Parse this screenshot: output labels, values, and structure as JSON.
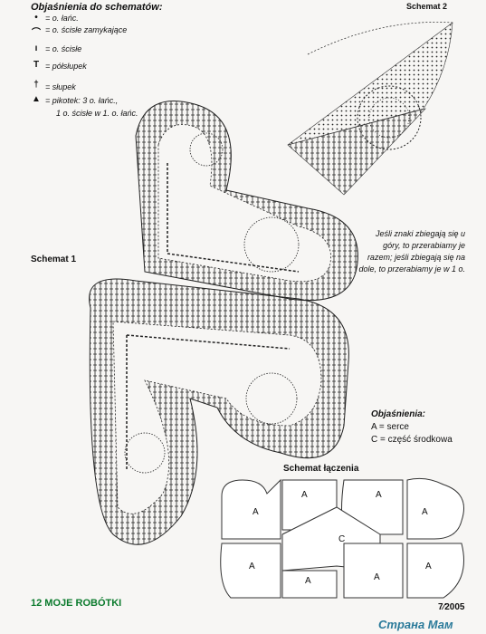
{
  "legend": {
    "title": "Objaśnienia do schematów:",
    "items": [
      {
        "symbol": "dot",
        "text": "= o. łańc."
      },
      {
        "symbol": "arc",
        "text": "= o. ścisłe zamykające"
      },
      {
        "symbol": "bar",
        "text": "= o. ścisłe"
      },
      {
        "symbol": "half-treble",
        "text": "półsłupek"
      },
      {
        "symbol": "treble",
        "text": "słupek"
      },
      {
        "symbol": "picot",
        "text": "= pikotek: 3 o. łańc.,"
      },
      {
        "symbol": "",
        "text": "1 o. ścisłe w 1. o. łańc."
      }
    ],
    "half_prefix": "=",
    "treble_prefix": "="
  },
  "schemat2_label": "Schemat 2",
  "schemat1_label": "Schemat 1",
  "note": "Jeśli znaki zbiegają się u góry, to przerabiamy je razem; jeśli zbiegają się na dole, to przerabiamy je w 1 o.",
  "objasnienia": {
    "title": "Objaśnienia:",
    "line1": "A = serce",
    "line2": "C = część środkowa"
  },
  "joining": {
    "title": "Schemat łączenia",
    "cells": [
      "A",
      "A",
      "A",
      "A",
      "A",
      "A",
      "A",
      "A",
      "C"
    ]
  },
  "footer": {
    "left": "12 MOJE ROBÓTKI",
    "right": "7⁄2005"
  },
  "watermark": "Страна Мам"
}
